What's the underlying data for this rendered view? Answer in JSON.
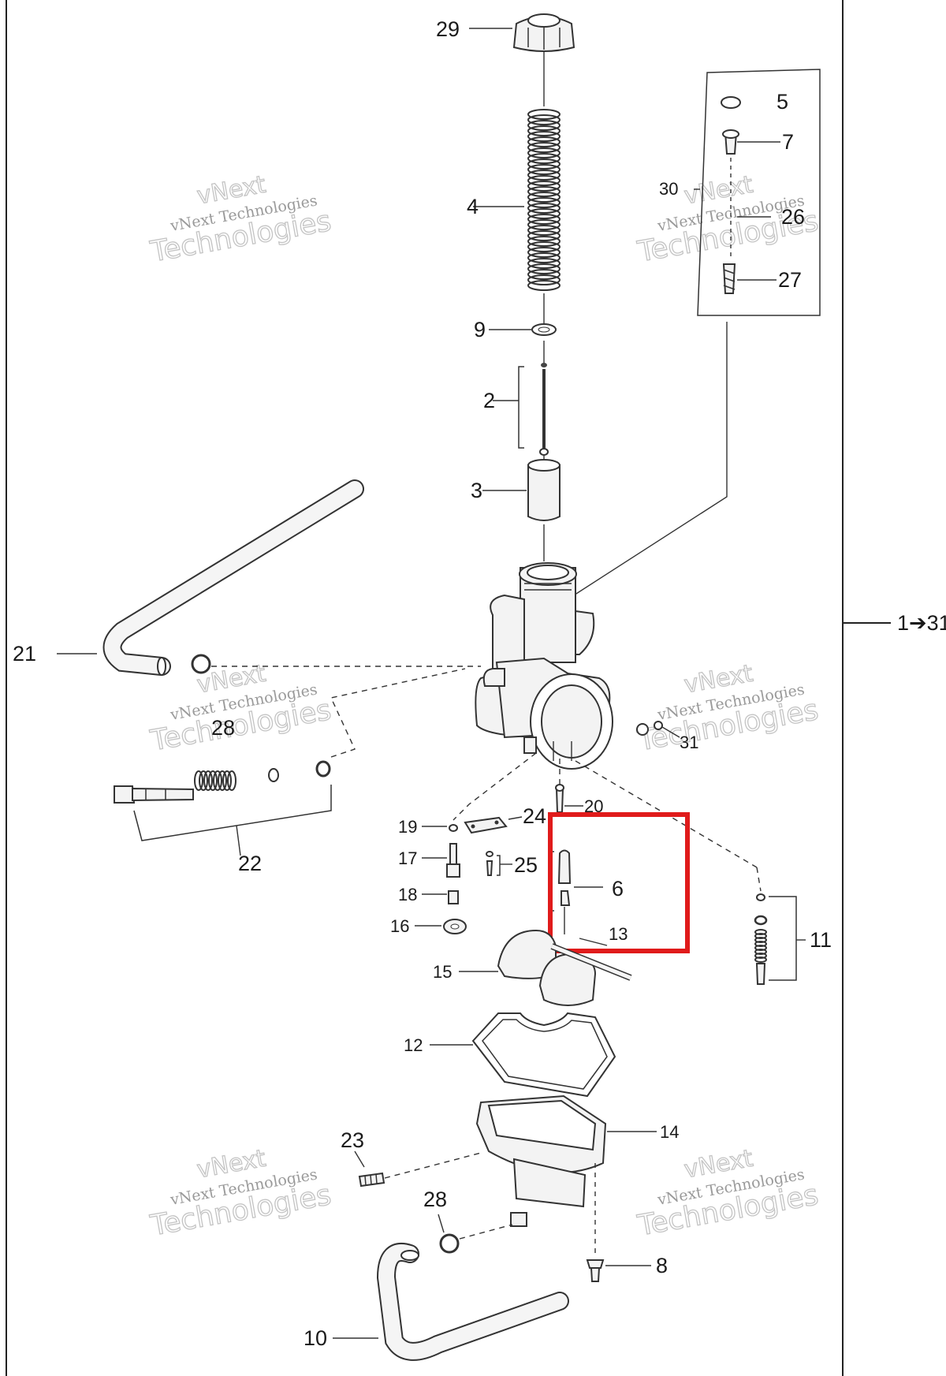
{
  "diagram": {
    "frame_range_label": "1➔31",
    "highlight_color": "#e01b1b",
    "watermark": {
      "line1": "vNext Technologies",
      "line2": "vNext",
      "line3": "Technologies"
    },
    "labels": {
      "p29": "29",
      "p4": "4",
      "p9": "9",
      "p2": "2",
      "p3": "3",
      "p5": "5",
      "p7": "7",
      "p30": "30",
      "p26": "26",
      "p27": "27",
      "p21": "21",
      "p28a": "28",
      "p22": "22",
      "p31": "31",
      "p19": "19",
      "p17": "17",
      "p18": "18",
      "p16": "16",
      "p24": "24",
      "p25": "25",
      "p20": "20",
      "p6": "6",
      "p13": "13",
      "p11": "11",
      "p15": "15",
      "p12": "12",
      "p14": "14",
      "p23": "23",
      "p28b": "28",
      "p8": "8",
      "p10": "10"
    }
  }
}
